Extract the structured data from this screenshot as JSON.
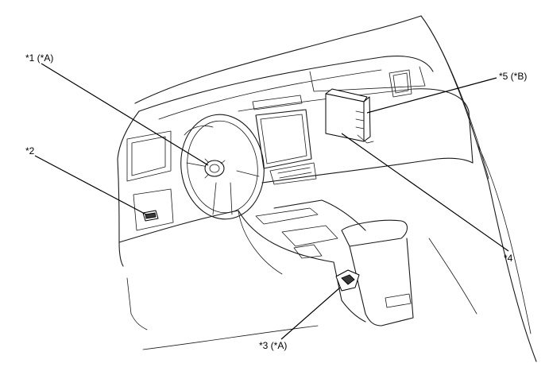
{
  "diagram": {
    "callouts": [
      {
        "id": "c1",
        "label": "*1 (*A)",
        "part": "spiral-cable-assembly"
      },
      {
        "id": "c2",
        "label": "*2",
        "part": "dlc3-connector"
      },
      {
        "id": "c3",
        "label": "*3 (*A)",
        "part": "console-sensor"
      },
      {
        "id": "c4",
        "label": "*4",
        "part": "center-bracket"
      },
      {
        "id": "c5",
        "label": "*5 (*B)",
        "part": "ecu-module"
      }
    ]
  },
  "colors": {
    "line": "#1a1a1a",
    "background": "#ffffff"
  }
}
